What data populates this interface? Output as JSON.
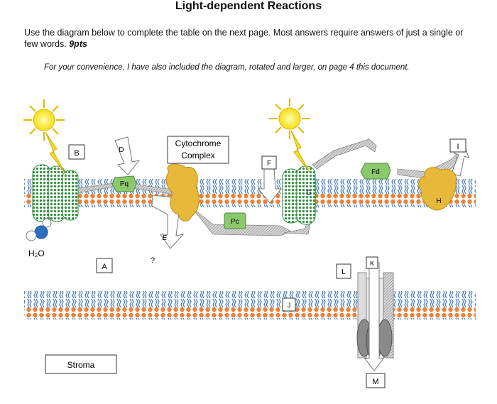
{
  "page": {
    "title": "Light-dependent Reactions",
    "instructions": "Use the diagram below to complete the table on the next page. Most answers require answers of just a single or few words.",
    "points": "9pts",
    "note": "For your convenience, I have also included the diagram, rotated and larger, on page 4 this document."
  },
  "diagram": {
    "labels": {
      "B": "B",
      "D": "D",
      "Pq": "Pq",
      "cytochrome_line1": "Cytochrome",
      "cytochrome_line2": "Complex",
      "F": "F",
      "I": "I",
      "Fd": "Fd",
      "G": "G",
      "H": "H",
      "Pc": "Pc",
      "E": "E",
      "question": "?",
      "A": "A",
      "water": "H₂O",
      "L": "L",
      "K": "K",
      "J": "J",
      "M": "M",
      "stroma": "Stroma"
    },
    "colors": {
      "membrane_blue": "#4a7fc0",
      "lipid_head": "#e9823a",
      "photosystem_green": "#3c9a4a",
      "cytochrome_yellow": "#e8b938",
      "sun_yellow": "#f7e21a",
      "arrow_gray": "#c9c9c9"
    }
  }
}
